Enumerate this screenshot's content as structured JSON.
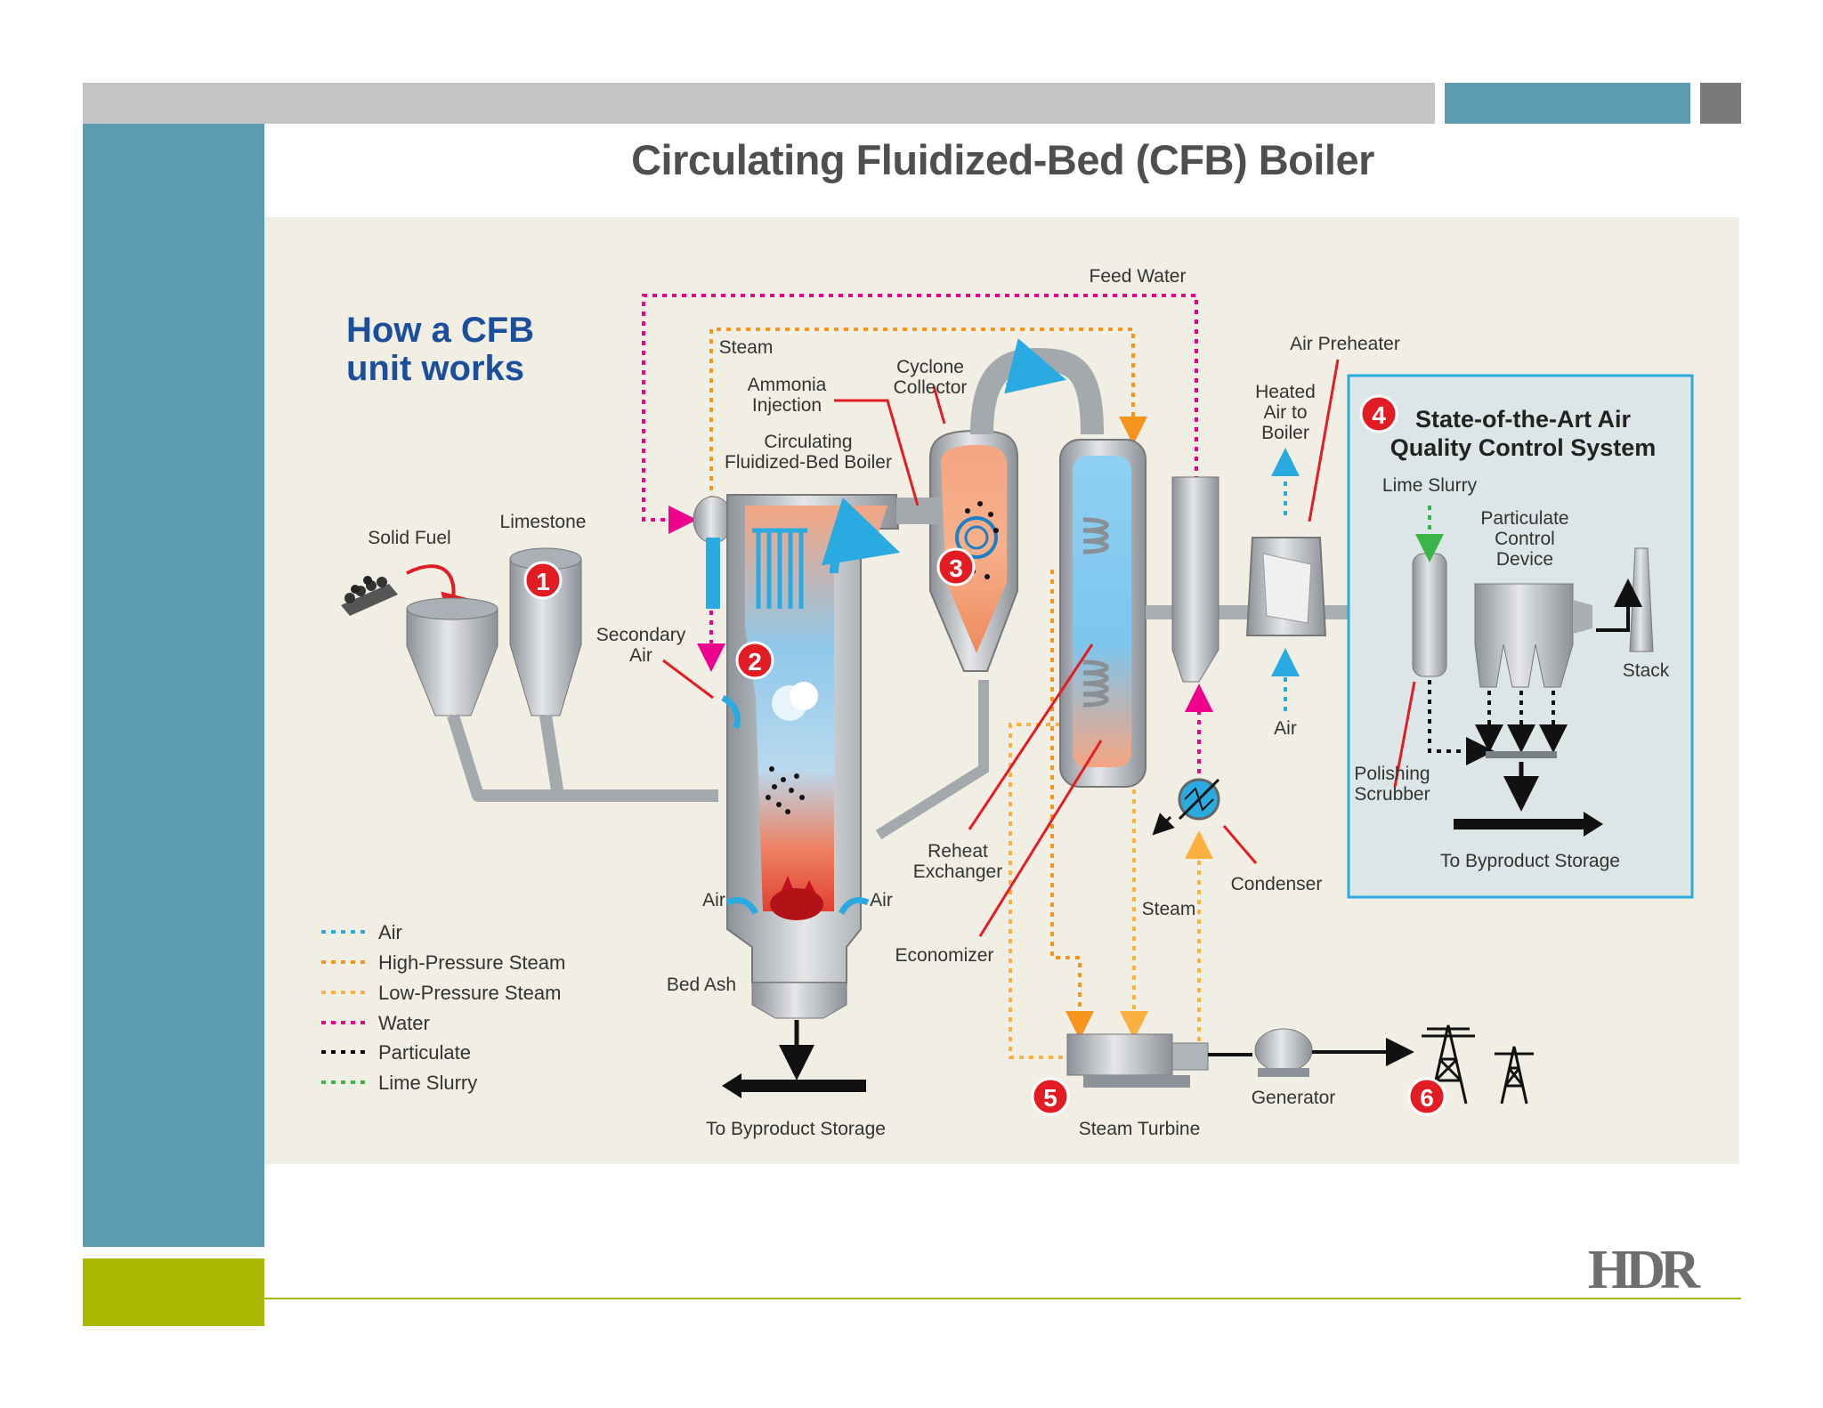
{
  "slide": {
    "title": "Circulating Fluidized-Bed (CFB) Boiler",
    "logo_text": "HDR"
  },
  "diagram": {
    "heading_line1": "How a CFB",
    "heading_line2": "unit works",
    "labels": {
      "feed_water": "Feed Water",
      "steam_top": "Steam",
      "ammonia_1": "Ammonia",
      "ammonia_2": "Injection",
      "cyclone_1": "Cyclone",
      "cyclone_2": "Collector",
      "cfb_1": "Circulating",
      "cfb_2": "Fluidized-Bed  Boiler",
      "solid_fuel": "Solid Fuel",
      "limestone": "Limestone",
      "secondary_1": "Secondary",
      "secondary_2": "Air",
      "air_left": "Air",
      "air_right": "Air",
      "bed_ash": "Bed Ash",
      "to_byproduct_left": "To Byproduct Storage",
      "reheat_1": "Reheat",
      "reheat_2": "Exchanger",
      "economizer": "Economizer",
      "steam_mid": "Steam",
      "condenser": "Condenser",
      "air_preheater": "Air Preheater",
      "heated_1": "Heated",
      "heated_2": "Air to",
      "heated_3": "Boiler",
      "air_ph": "Air",
      "steam_turbine": "Steam Turbine",
      "generator": "Generator"
    },
    "aqcs": {
      "title_1": "State-of-the-Art Air",
      "title_2": "Quality Control System",
      "lime_slurry": "Lime Slurry",
      "pcd_1": "Particulate",
      "pcd_2": "Control",
      "pcd_3": "Device",
      "stack": "Stack",
      "polishing_1": "Polishing",
      "polishing_2": "Scrubber",
      "to_byproduct": "To Byproduct Storage"
    },
    "steps": [
      "1",
      "2",
      "3",
      "4",
      "5",
      "6"
    ],
    "legend": [
      {
        "label": "Air",
        "color": "#29abe2"
      },
      {
        "label": "High-Pressure Steam",
        "color": "#f7941d"
      },
      {
        "label": "Low-Pressure Steam",
        "color": "#fbb040"
      },
      {
        "label": "Water",
        "color": "#ec008c"
      },
      {
        "label": "Particulate",
        "color": "#000000"
      },
      {
        "label": "Lime Slurry",
        "color": "#39b54a"
      }
    ],
    "colors": {
      "panel_bg": "#f1eee4",
      "heading": "#1b4f9c",
      "aqcs_border": "#29abe2",
      "step_red": "#e31b23"
    }
  }
}
